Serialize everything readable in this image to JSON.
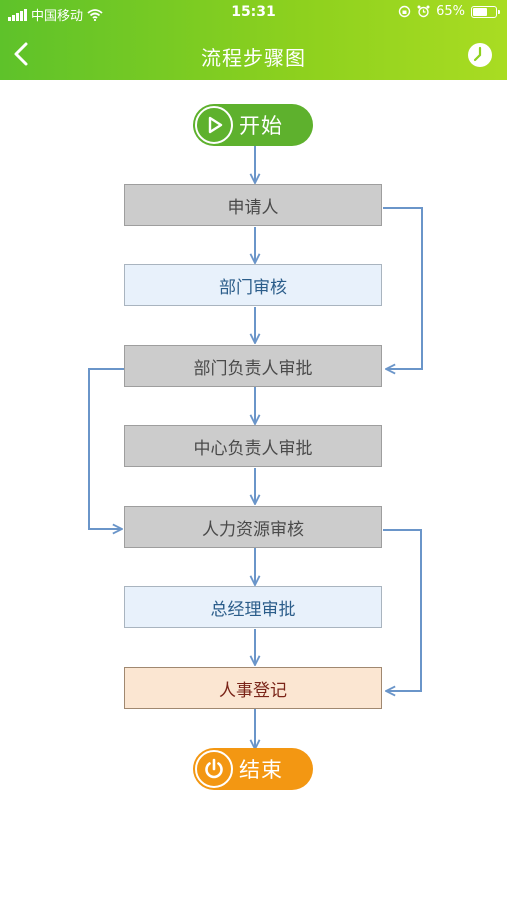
{
  "status_bar": {
    "carrier": "中国移动",
    "time": "15:31",
    "battery": "65%",
    "battery_level": 0.65
  },
  "header": {
    "title": "流程步骤图"
  },
  "flow": {
    "start_label": "开始",
    "end_label": "结束",
    "steps": [
      {
        "label": "申请人",
        "style": "gray"
      },
      {
        "label": "部门审核",
        "style": "blue"
      },
      {
        "label": "部门负责人审批",
        "style": "gray"
      },
      {
        "label": "中心负责人审批",
        "style": "gray"
      },
      {
        "label": "人力资源审核",
        "style": "gray"
      },
      {
        "label": "总经理审批",
        "style": "blue"
      },
      {
        "label": "人事登记",
        "style": "orange"
      }
    ],
    "colors": {
      "connector": "#6a95c9",
      "start": "#5eb12d",
      "end": "#f39712"
    }
  }
}
